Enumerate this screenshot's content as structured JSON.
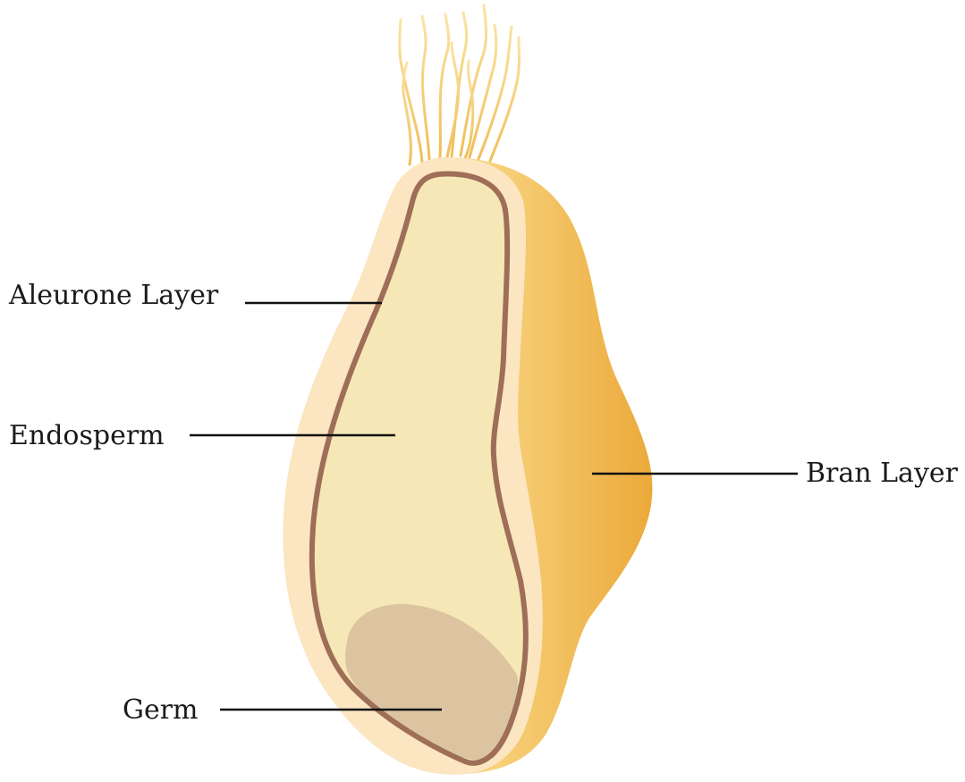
{
  "labels": {
    "aleurone": "Aleurone Layer",
    "endosperm": "Endosperm",
    "bran": "Bran Layer",
    "germ": "Germ"
  },
  "colors": {
    "background": "#ffffff",
    "bran_light": "#fde7b0",
    "bran_mid": "#f6cc6e",
    "bran_dark": "#e9a93a",
    "seed_coat": "#fbe6c1",
    "aleurone_line": "#9e6e58",
    "endosperm": "#f6e8b6",
    "germ": "#dcc4a0",
    "hairs": "#f2c86a",
    "label_text": "#1a1a1a",
    "leader_line": "#111111"
  },
  "icons": {
    "grain": "wheat-kernel-cross-section"
  }
}
